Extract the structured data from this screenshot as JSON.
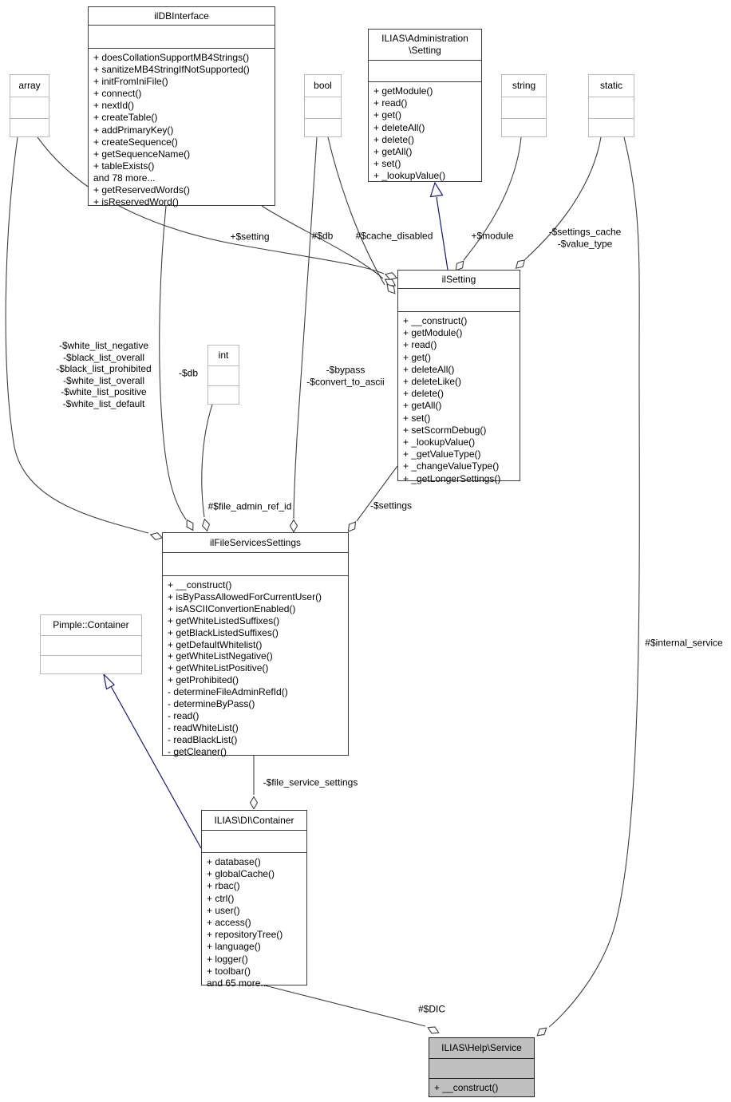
{
  "diagram": {
    "type": "uml-collaboration-diagram",
    "highlight_class": "ILIAS\\Help\\Service"
  },
  "colors": {
    "node_fill": "#ffffff",
    "highlight_fill": "#bfbfbf",
    "node_border": "#3e3e3e",
    "external_border": "#b9b9b9",
    "edge": "#3f3f3f",
    "inheritance": "#191970"
  },
  "classes": {
    "ildbinterface": {
      "title": "ilDBInterface",
      "methods": [
        "+ doesCollationSupportMB4Strings()",
        "+ sanitizeMB4StringIfNotSupported()",
        "+ initFromIniFile()",
        "+ connect()",
        "+ nextId()",
        "+ createTable()",
        "+ addPrimaryKey()",
        "+ createSequence()",
        "+ getSequenceName()",
        "+ tableExists()",
        "and 78 more...",
        "+ getReservedWords()",
        "+ isReservedWord()"
      ]
    },
    "admin_setting": {
      "title_lines": [
        "ILIAS\\Administration",
        "\\Setting"
      ],
      "methods": [
        "+ getModule()",
        "+ read()",
        "+ get()",
        "+ deleteAll()",
        "+ delete()",
        "+ getAll()",
        "+ set()",
        "+ _lookupValue()"
      ]
    },
    "array": {
      "title": "array"
    },
    "bool": {
      "title": "bool"
    },
    "string": {
      "title": "string"
    },
    "static": {
      "title": "static"
    },
    "int": {
      "title": "int"
    },
    "ilsetting": {
      "title": "ilSetting",
      "methods": [
        "+ __construct()",
        "+ getModule()",
        "+ read()",
        "+ get()",
        "+ deleteAll()",
        "+ deleteLike()",
        "+ delete()",
        "+ getAll()",
        "+ set()",
        "+ setScormDebug()",
        "+ _lookupValue()",
        "+ _getValueType()",
        "+ _changeValueType()",
        "+ _getLongerSettings()"
      ]
    },
    "ilfileservicessettings": {
      "title": "ilFileServicesSettings",
      "methods": [
        "+ __construct()",
        "+ isByPassAllowedForCurrentUser()",
        "+ isASCIIConvertionEnabled()",
        "+ getWhiteListedSuffixes()",
        "+ getBlackListedSuffixes()",
        "+ getDefaultWhitelist()",
        "+ getWhiteListNegative()",
        "+ getWhiteListPositive()",
        "+ getProhibited()",
        "- determineFileAdminRefId()",
        "- determineByPass()",
        "- read()",
        "- readWhiteList()",
        "- readBlackList()",
        "- getCleaner()"
      ]
    },
    "pimple_container": {
      "title": "Pimple::Container"
    },
    "di_container": {
      "title": "ILIAS\\DI\\Container",
      "methods": [
        "+ database()",
        "+ globalCache()",
        "+ rbac()",
        "+ ctrl()",
        "+ user()",
        "+ access()",
        "+ repositoryTree()",
        "+ language()",
        "+ logger()",
        "+ toolbar()",
        "and 65 more..."
      ]
    },
    "help_service": {
      "title": "ILIAS\\Help\\Service",
      "methods": [
        "+ __construct()"
      ]
    }
  },
  "edge_labels": {
    "setting": "+$setting",
    "db": "#$db",
    "cache_disabled": "#$cache_disabled",
    "module": "+$module",
    "settings_cache_lines": [
      "-$settings_cache",
      "-$value_type"
    ],
    "white_list_lines": [
      "-$white_list_negative",
      "-$black_list_overall",
      "-$black_list_prohibited",
      "-$white_list_overall",
      "-$white_list_positive",
      "-$white_list_default"
    ],
    "db_private": "-$db",
    "bypass_lines": [
      "-$bypass",
      "-$convert_to_ascii"
    ],
    "file_admin_ref_id": "#$file_admin_ref_id",
    "settings": "-$settings",
    "file_service_settings": "-$file_service_settings",
    "dic": "#$DIC",
    "internal_service": "#$internal_service"
  }
}
